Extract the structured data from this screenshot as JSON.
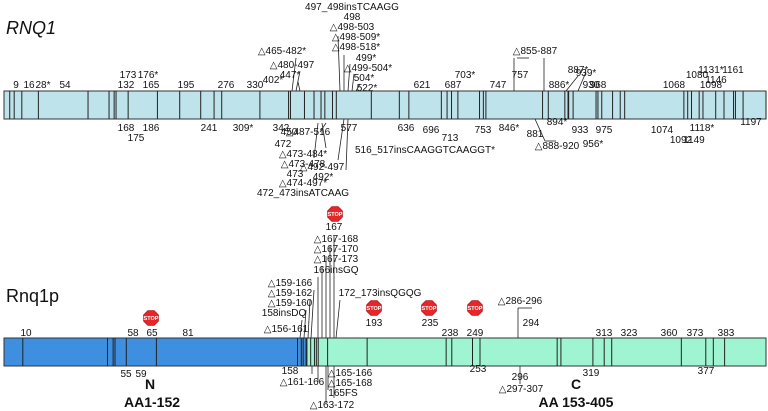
{
  "rnq1": {
    "title": "RNQ1",
    "bar_color": "#bfe3ea",
    "ticks": [
      "9",
      "16",
      "28",
      "54",
      "132",
      "165",
      "173",
      "176",
      "195",
      "241",
      "276",
      "309",
      "330",
      "342",
      "402",
      "447",
      "450",
      "472",
      "487",
      "498",
      "504",
      "516",
      "522",
      "577",
      "621",
      "636",
      "687",
      "696",
      "703",
      "713",
      "747",
      "753",
      "757",
      "846",
      "855",
      "881",
      "886",
      "887",
      "894",
      "930",
      "933",
      "939",
      "956",
      "968",
      "975",
      "1068",
      "1074",
      "1080",
      "1092",
      "1098",
      "1118",
      "1131",
      "1146",
      "1149",
      "1161",
      "1197"
    ],
    "labels_top": [
      {
        "t": "9"
      },
      {
        "t": "16"
      },
      {
        "t": "28*"
      },
      {
        "t": "54"
      },
      {
        "t": "132"
      },
      {
        "t": "165"
      },
      {
        "t": "173"
      },
      {
        "t": "176*"
      },
      {
        "t": "195"
      },
      {
        "t": "276"
      },
      {
        "t": "330"
      },
      {
        "t": "402*"
      },
      {
        "t": "447*"
      },
      {
        "t": "△480-497"
      },
      {
        "t": "△465-482*"
      },
      {
        "t": "497_498insTCAAGG"
      },
      {
        "t": "498"
      },
      {
        "t": "△498-503"
      },
      {
        "t": "△498-509*"
      },
      {
        "t": "△498-518*"
      },
      {
        "t": "499*"
      },
      {
        "t": "△499-504*"
      },
      {
        "t": "504*"
      },
      {
        "t": "522*"
      },
      {
        "t": "621"
      },
      {
        "t": "687"
      },
      {
        "t": "703*"
      },
      {
        "t": "747"
      },
      {
        "t": "757"
      },
      {
        "t": "△855-887"
      },
      {
        "t": "886*"
      },
      {
        "t": "887*"
      },
      {
        "t": "930"
      },
      {
        "t": "939*"
      },
      {
        "t": "968"
      },
      {
        "t": "1068"
      },
      {
        "t": "1080"
      },
      {
        "t": "1098"
      },
      {
        "t": "1131*"
      },
      {
        "t": "1146"
      },
      {
        "t": "1161"
      }
    ],
    "labels_bottom": [
      {
        "t": "168"
      },
      {
        "t": "175"
      },
      {
        "t": "186"
      },
      {
        "t": "241"
      },
      {
        "t": "309*"
      },
      {
        "t": "342"
      },
      {
        "t": "450"
      },
      {
        "t": "△487-516"
      },
      {
        "t": "472"
      },
      {
        "t": "△473-484*"
      },
      {
        "t": "△473-478"
      },
      {
        "t": "473"
      },
      {
        "t": "△474-497*"
      },
      {
        "t": "472_473insATCAAG"
      },
      {
        "t": "△492-497"
      },
      {
        "t": "492*"
      },
      {
        "t": "516_517insCAAGGTCAAGGT*"
      },
      {
        "t": "577"
      },
      {
        "t": "636"
      },
      {
        "t": "696"
      },
      {
        "t": "713"
      },
      {
        "t": "753"
      },
      {
        "t": "846*"
      },
      {
        "t": "881"
      },
      {
        "t": "△888-920"
      },
      {
        "t": "894*"
      },
      {
        "t": "933"
      },
      {
        "t": "956*"
      },
      {
        "t": "975"
      },
      {
        "t": "1074"
      },
      {
        "t": "1092"
      },
      {
        "t": "1118*"
      },
      {
        "t": "1149"
      },
      {
        "t": "1197"
      }
    ]
  },
  "rnq1p": {
    "title": "Rnq1p",
    "n_color": "#3f8fe0",
    "c_color": "#9ff5d2",
    "n_domain": {
      "letter": "N",
      "range": "AA1-152"
    },
    "c_domain": {
      "letter": "C",
      "range": "AA 153-405"
    },
    "stop_label": "STOP",
    "labels_top": [
      {
        "t": "10"
      },
      {
        "t": "58"
      },
      {
        "t": "65"
      },
      {
        "t": "81"
      },
      {
        "t": "△156-161"
      },
      {
        "t": "158insDQ"
      },
      {
        "t": "△159-160"
      },
      {
        "t": "△159-162"
      },
      {
        "t": "△159-166"
      },
      {
        "t": "166insGQ"
      },
      {
        "t": "△167-173"
      },
      {
        "t": "△167-170"
      },
      {
        "t": "△167-168"
      },
      {
        "t": "167"
      },
      {
        "t": "172_173insQGQG"
      },
      {
        "t": "193"
      },
      {
        "t": "235"
      },
      {
        "t": "238"
      },
      {
        "t": "249"
      },
      {
        "t": "△286-296"
      },
      {
        "t": "294"
      },
      {
        "t": "313"
      },
      {
        "t": "323"
      },
      {
        "t": "360"
      },
      {
        "t": "373"
      },
      {
        "t": "383"
      }
    ],
    "labels_bottom": [
      {
        "t": "55"
      },
      {
        "t": "59"
      },
      {
        "t": "158"
      },
      {
        "t": "△161-166"
      },
      {
        "t": "△165-166"
      },
      {
        "t": "△165-168"
      },
      {
        "t": "165FS"
      },
      {
        "t": "△163-172"
      },
      {
        "t": "253"
      },
      {
        "t": "296"
      },
      {
        "t": "△297-307"
      },
      {
        "t": "319"
      },
      {
        "t": "377"
      }
    ]
  }
}
